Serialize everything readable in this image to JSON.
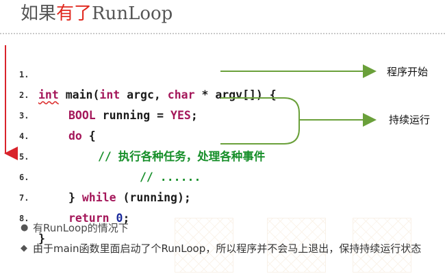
{
  "title": {
    "prefix": "如果",
    "accent": "有了",
    "suffix": "RunLoop"
  },
  "code": {
    "lines": [
      {
        "n": "1."
      },
      {
        "n": "2."
      },
      {
        "n": "3."
      },
      {
        "n": "4."
      },
      {
        "n": "5."
      },
      {
        "n": "6."
      },
      {
        "n": "7."
      },
      {
        "n": "8."
      }
    ],
    "l1": {
      "int": "int",
      "main": " main(",
      "int2": "int",
      "argc": " argc, ",
      "char": "char",
      "rest": " * argv[]) {"
    },
    "l2": {
      "bool": "BOOL",
      "mid": " running = ",
      "yes": "YES",
      "end": ";"
    },
    "l3": {
      "do": "do",
      "end": " {"
    },
    "l4": {
      "comment": "// 执行各种任务，处理各种事件"
    },
    "l5": {
      "comment": "// ......"
    },
    "l6": {
      "start": "} ",
      "while": "while",
      "end": " (running);"
    },
    "l7": {
      "ret": "return",
      "sp": " ",
      "zero": "0",
      "end": ";"
    },
    "l8": {
      "brace": "}"
    }
  },
  "annotations": {
    "start": "程序开始",
    "keep": "持续运行"
  },
  "bullets": [
    {
      "marker": "●",
      "text": "有RunLoop的情况下"
    },
    {
      "marker": "◆",
      "text": "由于main函数里面启动了个RunLoop，所以程序并不会马上退出，保持持续运行状态"
    }
  ],
  "colors": {
    "accent": "#e0281e",
    "keyword": "#a4175a",
    "comment": "#178f2a",
    "number": "#1b2b9c",
    "arrow_red": "#d9232b",
    "arrow_green": "#6aa03a"
  }
}
